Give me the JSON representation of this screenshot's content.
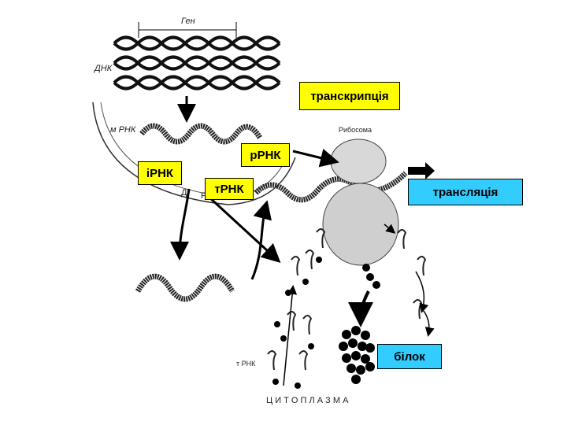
{
  "labels": {
    "transcription": "транскрипція",
    "rRNA": "рРНК",
    "iRNA": "іРНК",
    "tRNA": "тРНК",
    "translation": "трансляція",
    "protein": "білок"
  },
  "figure_text": {
    "gene": "Ген",
    "dna": "ДНК",
    "mrna": "м РНК",
    "ribosome": "Рибосома",
    "trna_small": "т РНК",
    "cytoplasm": "Ц И Т О П Л А З М А",
    "nucleus_letters": [
      "Д",
      "Р"
    ]
  },
  "colors": {
    "transcription_bg": "#ffff00",
    "translation_bg": "#33ccff",
    "protein_bg": "#33ccff",
    "rna_label_bg": "#ffff00"
  }
}
